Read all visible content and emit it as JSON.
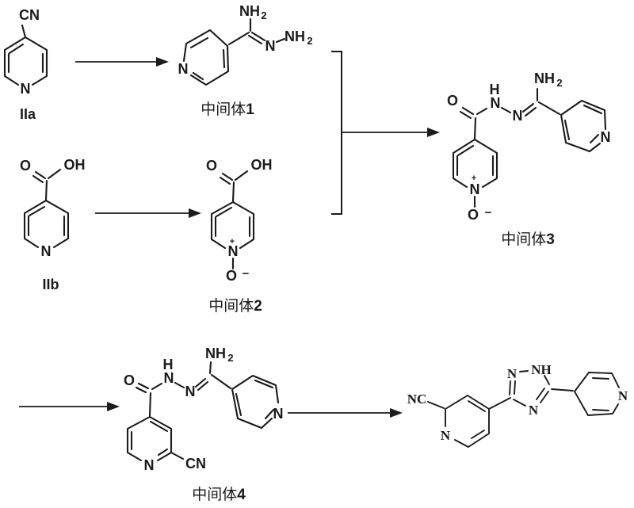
{
  "colors": {
    "background": "#ffffff",
    "ink": "#1b1b1b"
  },
  "scheme": {
    "compounds": {
      "iia": {
        "caption": "IIa"
      },
      "iib": {
        "caption": "IIb"
      },
      "int1": {
        "caption_prefix": "中间体",
        "caption_num": "1"
      },
      "int2": {
        "caption_prefix": "中间体",
        "caption_num": "2"
      },
      "int3": {
        "caption_prefix": "中间体",
        "caption_num": "3"
      },
      "int4": {
        "caption_prefix": "中间体",
        "caption_num": "4"
      }
    },
    "atoms": {
      "cn": "CN",
      "nc": "NC",
      "n": "N",
      "o": "O",
      "oh": "OH",
      "h": "H",
      "nh": "NH",
      "sub2": "2",
      "plus": "+",
      "minus": "−"
    }
  }
}
